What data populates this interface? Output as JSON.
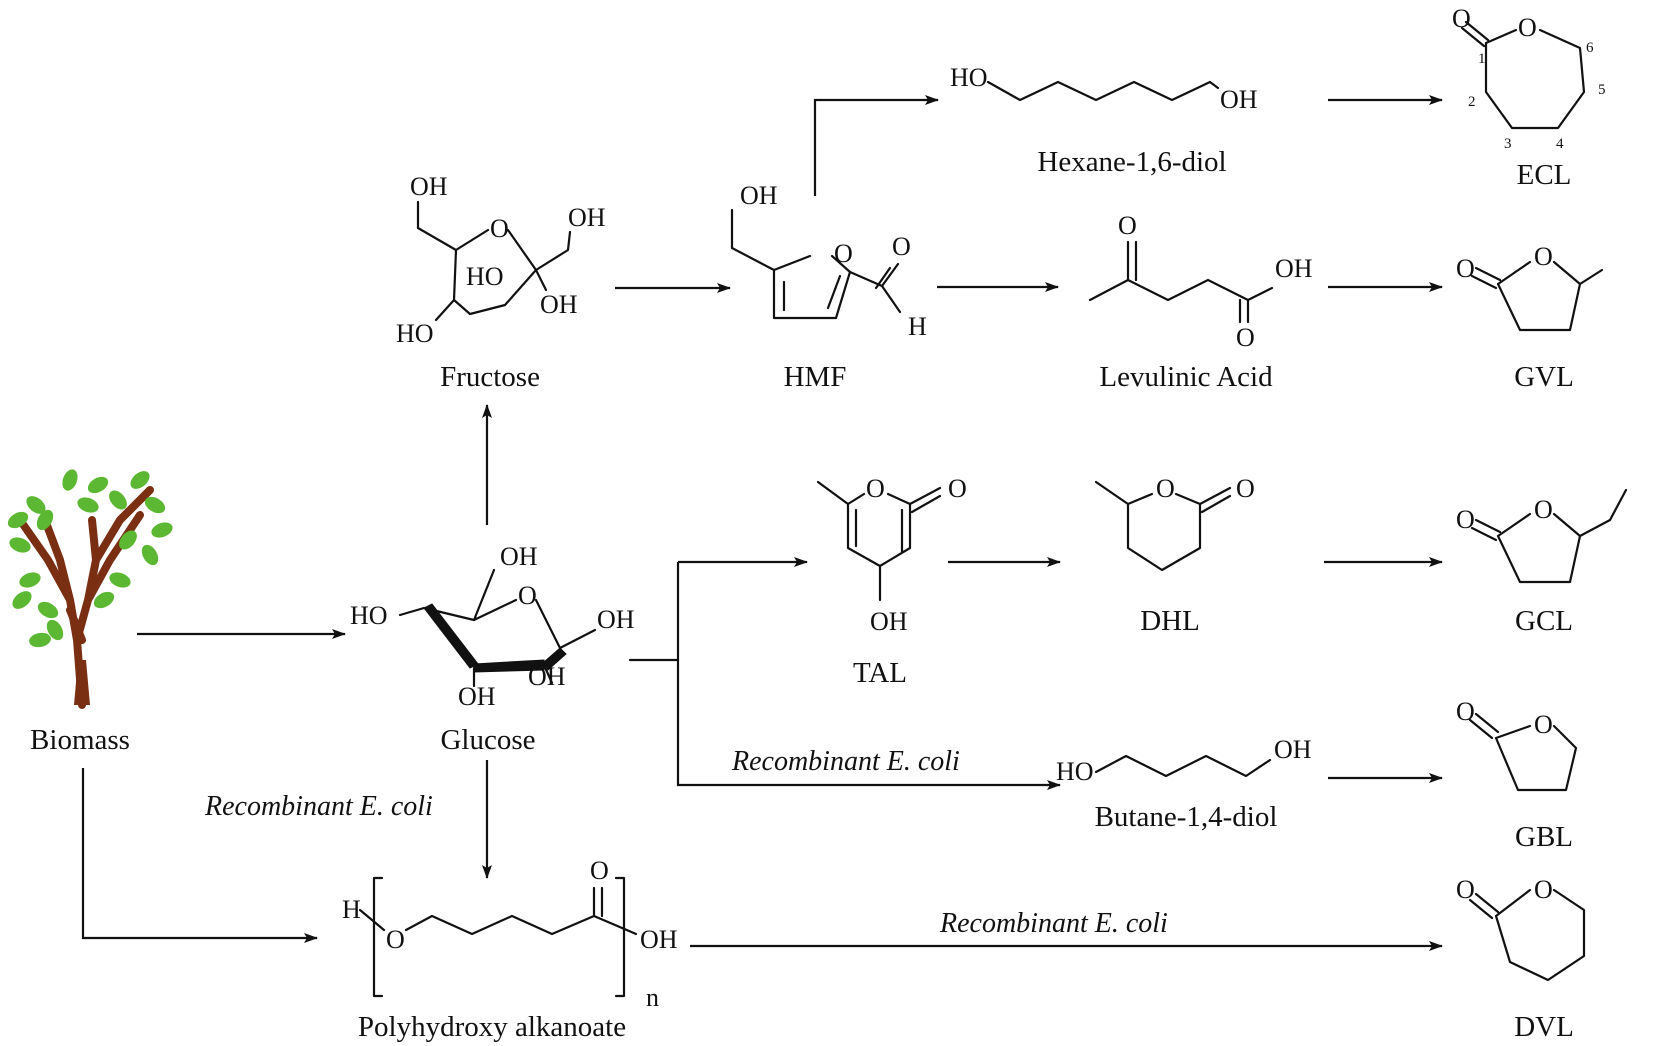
{
  "compounds": {
    "biomass": "Biomass",
    "glucose": "Glucose",
    "fructose": "Fructose",
    "hmf": "HMF",
    "hexanediol": "Hexane-1,6-diol",
    "ecl": "ECL",
    "levulinic": "Levulinic Acid",
    "gvl": "GVL",
    "tal": "TAL",
    "dhl": "DHL",
    "gcl": "GCL",
    "butanediol": "Butane-1,4-diol",
    "gbl": "GBL",
    "pha": "Polyhydroxy alkanoate",
    "dvl": "DVL"
  },
  "arrow_labels": {
    "glucose_to_pha": "Recombinant E. coli",
    "glucose_to_butanediol": "Recombinant E. coli",
    "pha_to_dvl": "Recombinant E. coli"
  },
  "atoms": {
    "oh": "OH",
    "ho": "HO",
    "o": "O",
    "h": "H",
    "n": "n"
  },
  "ring_numbers": [
    "1",
    "2",
    "3",
    "4",
    "5",
    "6"
  ],
  "colors": {
    "ink": "#111111",
    "leaf": "#5cb833",
    "leaf_dark": "#3e8f22",
    "trunk": "#7a2e12"
  }
}
